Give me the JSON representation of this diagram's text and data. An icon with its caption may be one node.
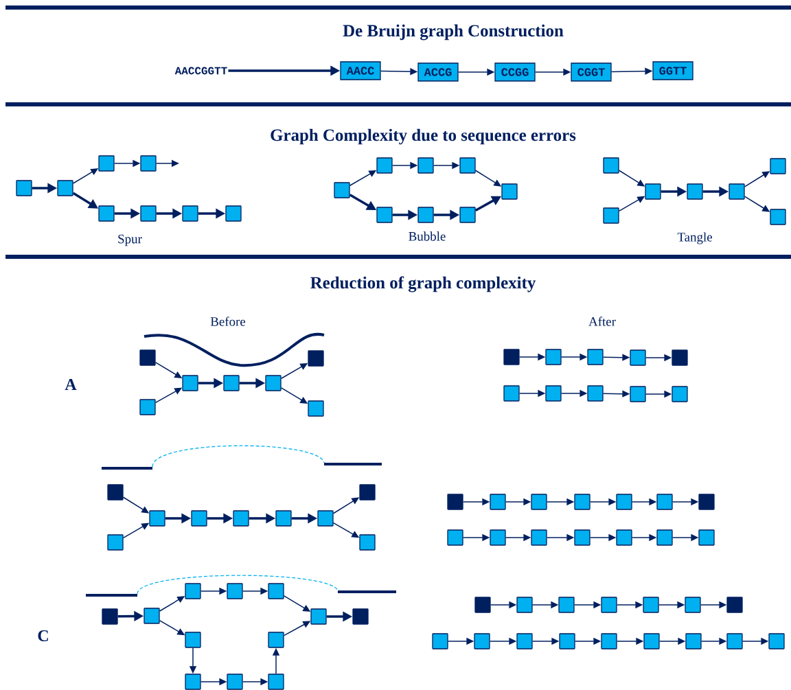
{
  "diagram": {
    "nodes": [
      {
        "text": [
          "AACCGGTT"
        ]
      },
      {
        "text": [
          "AACC"
        ]
      },
      {
        "text": [
          "ACCG"
        ]
      },
      {
        "text": [
          "CCGG"
        ]
      },
      {
        "text": [
          "CGGT"
        ]
      },
      {
        "text": [
          "GGTT"
        ]
      },
      {
        "text": [],
        "shape": "box"
      },
      {
        "text": [],
        "shape": "box"
      },
      {
        "text": [],
        "shape": "box"
      },
      {
        "text": [],
        "shape": "box"
      },
      {
        "text": [],
        "shape": "box"
      },
      {
        "text": [],
        "shape": "box"
      },
      {
        "text": [],
        "shape": "box"
      },
      {
        "text": [],
        "shape": "box"
      },
      {
        "text": [],
        "shape": "box"
      },
      {
        "text": [],
        "shape": "box"
      },
      {
        "text": [],
        "shape": "box"
      },
      {
        "text": [],
        "shape": "box"
      },
      {
        "text": [],
        "shape": "box"
      },
      {
        "text": [],
        "shape": "box"
      },
      {
        "text": [],
        "shape": "box"
      },
      {
        "text": [],
        "shape": "box"
      },
      {
        "text": [],
        "shape": "box"
      },
      {
        "text": [],
        "shape": "box"
      },
      {
        "text": [],
        "shape": "box"
      },
      {
        "text": [],
        "shape": "box"
      },
      {
        "text": [],
        "shape": "box"
      },
      {
        "text": [],
        "shape": "box"
      },
      {
        "text": [],
        "shape": "box"
      },
      {
        "text": [],
        "shape": "box"
      },
      {
        "text": [],
        "shape": "box"
      },
      {
        "text": [],
        "shape": "box"
      },
      {
        "text": [],
        "shape": "box"
      },
      {
        "text": [],
        "shape": "box"
      },
      {
        "text": [],
        "shape": "box"
      },
      {
        "text": [],
        "shape": "box"
      },
      {
        "text": [],
        "shape": "box"
      },
      {
        "text": [],
        "shape": "box"
      },
      {
        "text": [],
        "shape": "box"
      },
      {
        "text": [],
        "shape": "box"
      },
      {
        "text": [],
        "shape": "box"
      },
      {
        "text": [],
        "shape": "box"
      },
      {
        "text": [],
        "shape": "box"
      },
      {
        "text": [],
        "shape": "box"
      },
      {
        "text": [],
        "shape": "box"
      },
      {
        "text": [],
        "shape": "box"
      },
      {
        "text": [],
        "shape": "box"
      },
      {
        "text": [],
        "shape": "box"
      },
      {
        "text": [],
        "shape": "box"
      },
      {
        "text": [],
        "shape": "box"
      },
      {
        "text": [],
        "shape": "box"
      },
      {
        "text": [],
        "shape": "box"
      },
      {
        "text": [],
        "shape": "box"
      },
      {
        "text": [],
        "shape": "box"
      },
      {
        "text": [],
        "shape": "box"
      },
      {
        "text": [],
        "shape": "box"
      },
      {
        "text": [],
        "shape": "box"
      },
      {
        "text": [],
        "shape": "box"
      },
      {
        "text": [],
        "shape": "box"
      },
      {
        "text": [],
        "shape": "box"
      },
      {
        "text": [],
        "shape": "box"
      },
      {
        "text": [],
        "shape": "box"
      },
      {
        "text": [],
        "shape": "box"
      },
      {
        "text": [],
        "shape": "box"
      },
      {
        "text": [],
        "shape": "box"
      },
      {
        "text": [],
        "shape": "box"
      },
      {
        "text": [],
        "shape": "box"
      },
      {
        "text": [],
        "shape": "box"
      },
      {
        "text": [],
        "shape": "box"
      },
      {
        "text": [],
        "shape": "box"
      },
      {
        "text": [],
        "shape": "box"
      },
      {
        "text": [],
        "shape": "box"
      },
      {
        "text": [],
        "shape": "box"
      },
      {
        "text": [],
        "shape": "box"
      },
      {
        "text": [],
        "shape": "box"
      },
      {
        "text": [],
        "shape": "box"
      },
      {
        "text": [],
        "shape": "box"
      },
      {
        "text": [],
        "shape": "box"
      },
      {
        "text": [],
        "shape": "box"
      },
      {
        "text": [],
        "shape": "box"
      },
      {
        "text": [],
        "shape": "box"
      },
      {
        "text": [],
        "shape": "box"
      },
      {
        "text": [],
        "shape": "box"
      },
      {
        "text": [],
        "shape": "box"
      },
      {
        "text": [],
        "shape": "box"
      },
      {
        "text": [],
        "shape": "box"
      },
      {
        "text": [],
        "shape": "box"
      },
      {
        "text": [],
        "shape": "box"
      },
      {
        "text": [],
        "shape": "box"
      },
      {
        "text": [],
        "shape": "box"
      },
      {
        "text": [],
        "shape": "box"
      },
      {
        "text": [],
        "shape": "box"
      },
      {
        "text": [],
        "shape": "box"
      },
      {
        "text": [],
        "shape": "box"
      },
      {
        "text": [],
        "shape": "box"
      },
      {
        "text": [],
        "shape": "box"
      },
      {
        "text": [],
        "shape": "box"
      }
    ],
    "edges": [
      {
        "from": 0,
        "to": 1,
        "arrow": "to",
        "style": "thick"
      },
      {
        "from": 1,
        "to": 2,
        "arrow": "to"
      },
      {
        "from": 2,
        "to": 3,
        "arrow": "to"
      },
      {
        "from": 3,
        "to": 4,
        "arrow": "to"
      },
      {
        "from": 4,
        "to": 5,
        "arrow": "to"
      },
      {
        "from": 6,
        "to": 7,
        "arrow": "to",
        "style": "thick"
      },
      {
        "from": 7,
        "to": 8,
        "arrow": "to"
      },
      {
        "from": 8,
        "to": 9,
        "arrow": "to"
      },
      {
        "from": 9,
        "to": null,
        "arrow": "to"
      },
      {
        "from": 7,
        "to": 10,
        "arrow": "to",
        "style": "thick"
      },
      {
        "from": 10,
        "to": 11,
        "arrow": "to",
        "style": "thick"
      },
      {
        "from": 11,
        "to": 12,
        "arrow": "to",
        "style": "thick"
      },
      {
        "from": 12,
        "to": 13,
        "arrow": "to",
        "style": "thick"
      },
      {
        "from": 14,
        "to": 15,
        "arrow": "to"
      },
      {
        "from": 15,
        "to": 16,
        "arrow": "to"
      },
      {
        "from": 16,
        "to": 17,
        "arrow": "to"
      },
      {
        "from": 17,
        "to": 18,
        "arrow": "to"
      },
      {
        "from": 14,
        "to": 19,
        "arrow": "to",
        "style": "thick"
      },
      {
        "from": 19,
        "to": 20,
        "arrow": "to",
        "style": "thick"
      },
      {
        "from": 20,
        "to": 21,
        "arrow": "to",
        "style": "thick"
      },
      {
        "from": 21,
        "to": 18,
        "arrow": "to",
        "style": "thick"
      },
      {
        "from": 22,
        "to": 24,
        "arrow": "to"
      },
      {
        "from": 23,
        "to": 24,
        "arrow": "to"
      },
      {
        "from": 24,
        "to": 25,
        "arrow": "to",
        "style": "thick"
      },
      {
        "from": 25,
        "to": 26,
        "arrow": "to",
        "style": "thick"
      },
      {
        "from": 26,
        "to": 27,
        "arrow": "to"
      },
      {
        "from": 26,
        "to": 28,
        "arrow": "to"
      },
      {
        "from": 29,
        "to": 31,
        "arrow": "to"
      },
      {
        "from": 30,
        "to": 31,
        "arrow": "to"
      },
      {
        "from": 31,
        "to": 32,
        "arrow": "to",
        "style": "thick"
      },
      {
        "from": 32,
        "to": 33,
        "arrow": "to",
        "style": "thick"
      },
      {
        "from": 33,
        "to": 34,
        "arrow": "to"
      },
      {
        "from": 33,
        "to": 35,
        "arrow": "to"
      },
      {
        "from": 36,
        "to": 37,
        "arrow": "to"
      },
      {
        "from": 37,
        "to": 38,
        "arrow": "to"
      },
      {
        "from": 38,
        "to": 39,
        "arrow": "to"
      },
      {
        "from": 39,
        "to": 40,
        "arrow": "to"
      },
      {
        "from": 41,
        "to": 42,
        "arrow": "to"
      },
      {
        "from": 42,
        "to": 43,
        "arrow": "to"
      },
      {
        "from": 43,
        "to": 44,
        "arrow": "to"
      },
      {
        "from": 44,
        "to": 45,
        "arrow": "to"
      },
      {
        "from": 46,
        "to": 48,
        "arrow": "to"
      },
      {
        "from": 47,
        "to": 48,
        "arrow": "to"
      },
      {
        "from": 48,
        "to": 49,
        "arrow": "to",
        "style": "thick"
      },
      {
        "from": 49,
        "to": 50,
        "arrow": "to",
        "style": "thick"
      },
      {
        "from": 50,
        "to": 51,
        "arrow": "to",
        "style": "thick"
      },
      {
        "from": 51,
        "to": 52,
        "arrow": "to",
        "style": "thick"
      },
      {
        "from": 52,
        "to": 53,
        "arrow": "to"
      },
      {
        "from": 52,
        "to": 54,
        "arrow": "to"
      },
      {
        "from": 55,
        "to": 56,
        "arrow": "to"
      },
      {
        "from": 56,
        "to": 57,
        "arrow": "to"
      },
      {
        "from": 57,
        "to": 58,
        "arrow": "to"
      },
      {
        "from": 58,
        "to": 59,
        "arrow": "to"
      },
      {
        "from": 59,
        "to": 60,
        "arrow": "to"
      },
      {
        "from": 60,
        "to": 61,
        "arrow": "to"
      },
      {
        "from": 62,
        "to": 63,
        "arrow": "to"
      },
      {
        "from": 63,
        "to": 64,
        "arrow": "to"
      },
      {
        "from": 64,
        "to": 65,
        "arrow": "to"
      },
      {
        "from": 65,
        "to": 66,
        "arrow": "to"
      },
      {
        "from": 66,
        "to": 67,
        "arrow": "to"
      },
      {
        "from": 67,
        "to": 68,
        "arrow": "to"
      },
      {
        "from": 69,
        "to": 70,
        "arrow": "to",
        "style": "thick"
      },
      {
        "from": 70,
        "to": 71,
        "arrow": "to"
      },
      {
        "from": 71,
        "to": 72,
        "arrow": "to"
      },
      {
        "from": 72,
        "to": 73,
        "arrow": "to"
      },
      {
        "from": 73,
        "to": 74,
        "arrow": "to"
      },
      {
        "from": 74,
        "to": 75,
        "arrow": "to",
        "style": "thick"
      },
      {
        "from": 70,
        "to": 76,
        "arrow": "to"
      },
      {
        "from": 76,
        "to": 77,
        "arrow": "to"
      },
      {
        "from": 77,
        "to": 78,
        "arrow": "to"
      },
      {
        "from": 78,
        "to": 79,
        "arrow": "to"
      },
      {
        "from": 79,
        "to": 80,
        "arrow": "to"
      },
      {
        "from": 80,
        "to": 74,
        "arrow": "to"
      },
      {
        "from": 81,
        "to": 82,
        "arrow": "to"
      },
      {
        "from": 82,
        "to": 83,
        "arrow": "to"
      },
      {
        "from": 83,
        "to": 84,
        "arrow": "to"
      },
      {
        "from": 84,
        "to": 85,
        "arrow": "to"
      },
      {
        "from": 85,
        "to": 86,
        "arrow": "to"
      },
      {
        "from": 86,
        "to": 87,
        "arrow": "to"
      },
      {
        "from": 88,
        "to": 89,
        "arrow": "to"
      },
      {
        "from": 89,
        "to": 90,
        "arrow": "to"
      },
      {
        "from": 90,
        "to": 91,
        "arrow": "to"
      },
      {
        "from": 91,
        "to": 92,
        "arrow": "to"
      },
      {
        "from": 92,
        "to": 93,
        "arrow": "to"
      },
      {
        "from": 93,
        "to": 94,
        "arrow": "to"
      },
      {
        "from": 94,
        "to": 95,
        "arrow": "to"
      },
      {
        "from": 95,
        "to": 96,
        "arrow": "to"
      }
    ],
    "labels": [
      "De Bruijn graph Construction",
      "Graph Complexity due to sequence errors",
      "Spur",
      "Bubble",
      "Tangle",
      "Reduction of graph complexity",
      "Before",
      "After",
      "A",
      "C"
    ]
  }
}
